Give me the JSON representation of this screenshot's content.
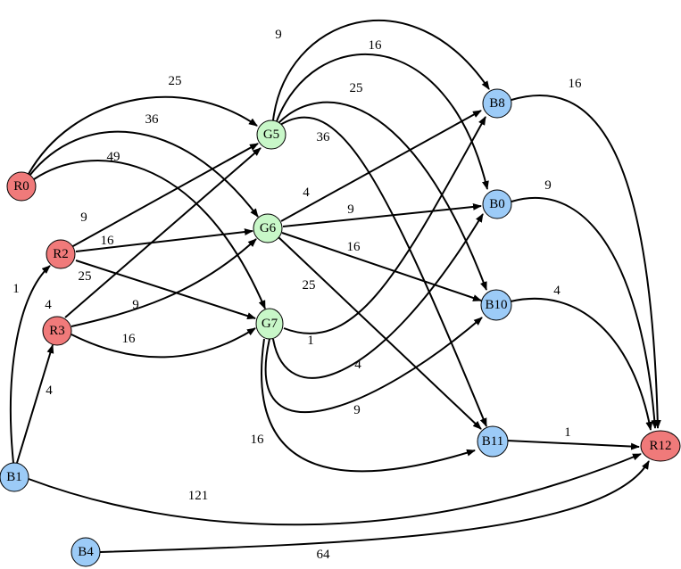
{
  "colors": {
    "red": "#f07a7a",
    "green": "#c8f7c8",
    "blue": "#9ccbf7",
    "edge": "#000000"
  },
  "nodes": {
    "R0": {
      "label": "R0",
      "group": "red"
    },
    "R2": {
      "label": "R2",
      "group": "red"
    },
    "R3": {
      "label": "R3",
      "group": "red"
    },
    "R12": {
      "label": "R12",
      "group": "red"
    },
    "G5": {
      "label": "G5",
      "group": "green"
    },
    "G6": {
      "label": "G6",
      "group": "green"
    },
    "G7": {
      "label": "G7",
      "group": "green"
    },
    "B0": {
      "label": "B0",
      "group": "blue"
    },
    "B1": {
      "label": "B1",
      "group": "blue"
    },
    "B4": {
      "label": "B4",
      "group": "blue"
    },
    "B8": {
      "label": "B8",
      "group": "blue"
    },
    "B10": {
      "label": "B10",
      "group": "blue"
    },
    "B11": {
      "label": "B11",
      "group": "blue"
    }
  },
  "edges": [
    {
      "from": "R0",
      "to": "G5",
      "weight": "25"
    },
    {
      "from": "R0",
      "to": "G6",
      "weight": "36"
    },
    {
      "from": "R0",
      "to": "G7",
      "weight": "49"
    },
    {
      "from": "R2",
      "to": "G5",
      "weight": "9"
    },
    {
      "from": "R2",
      "to": "G6",
      "weight": "16"
    },
    {
      "from": "R2",
      "to": "G7",
      "weight": "25"
    },
    {
      "from": "R3",
      "to": "G5",
      "weight": "4"
    },
    {
      "from": "R3",
      "to": "G6",
      "weight": "9"
    },
    {
      "from": "R3",
      "to": "G7",
      "weight": "16"
    },
    {
      "from": "B1",
      "to": "R2",
      "weight": "1"
    },
    {
      "from": "B1",
      "to": "R3",
      "weight": "4"
    },
    {
      "from": "B1",
      "to": "R12",
      "weight": "121"
    },
    {
      "from": "B4",
      "to": "R12",
      "weight": "64"
    },
    {
      "from": "G5",
      "to": "B8",
      "weight": "9"
    },
    {
      "from": "G5",
      "to": "B0",
      "weight": "16"
    },
    {
      "from": "G5",
      "to": "B10",
      "weight": "25"
    },
    {
      "from": "G5",
      "to": "B11",
      "weight": "36"
    },
    {
      "from": "G6",
      "to": "B8",
      "weight": "4"
    },
    {
      "from": "G6",
      "to": "B0",
      "weight": "9"
    },
    {
      "from": "G6",
      "to": "B10",
      "weight": "16"
    },
    {
      "from": "G6",
      "to": "B11",
      "weight": "25"
    },
    {
      "from": "G7",
      "to": "B8",
      "weight": "1"
    },
    {
      "from": "G7",
      "to": "B0",
      "weight": "4"
    },
    {
      "from": "G7",
      "to": "B10",
      "weight": "9"
    },
    {
      "from": "G7",
      "to": "B11",
      "weight": "16"
    },
    {
      "from": "B8",
      "to": "R12",
      "weight": "16"
    },
    {
      "from": "B0",
      "to": "R12",
      "weight": "9"
    },
    {
      "from": "B10",
      "to": "R12",
      "weight": "4"
    },
    {
      "from": "B11",
      "to": "R12",
      "weight": "1"
    }
  ]
}
